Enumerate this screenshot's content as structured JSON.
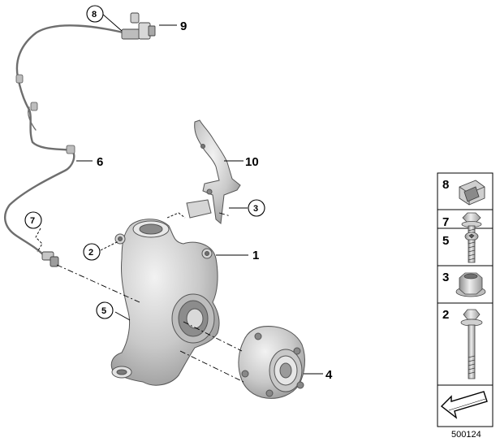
{
  "diagram": {
    "callouts": {
      "c1": "1",
      "c2": "2",
      "c3": "3",
      "c4": "4",
      "c5": "5",
      "c6": "6",
      "c7": "7",
      "c8": "8",
      "c9": "9",
      "c10": "10"
    },
    "sidebar": {
      "items": [
        {
          "number": "8",
          "part": "cable-clip"
        },
        {
          "number": "7",
          "part": "hex-flange-bolt"
        },
        {
          "number": "5",
          "part": "torx-bolt"
        },
        {
          "number": "3",
          "part": "hex-collar-nut"
        },
        {
          "number": "2",
          "part": "long-flange-bolt"
        }
      ]
    },
    "document_number": "500124"
  }
}
